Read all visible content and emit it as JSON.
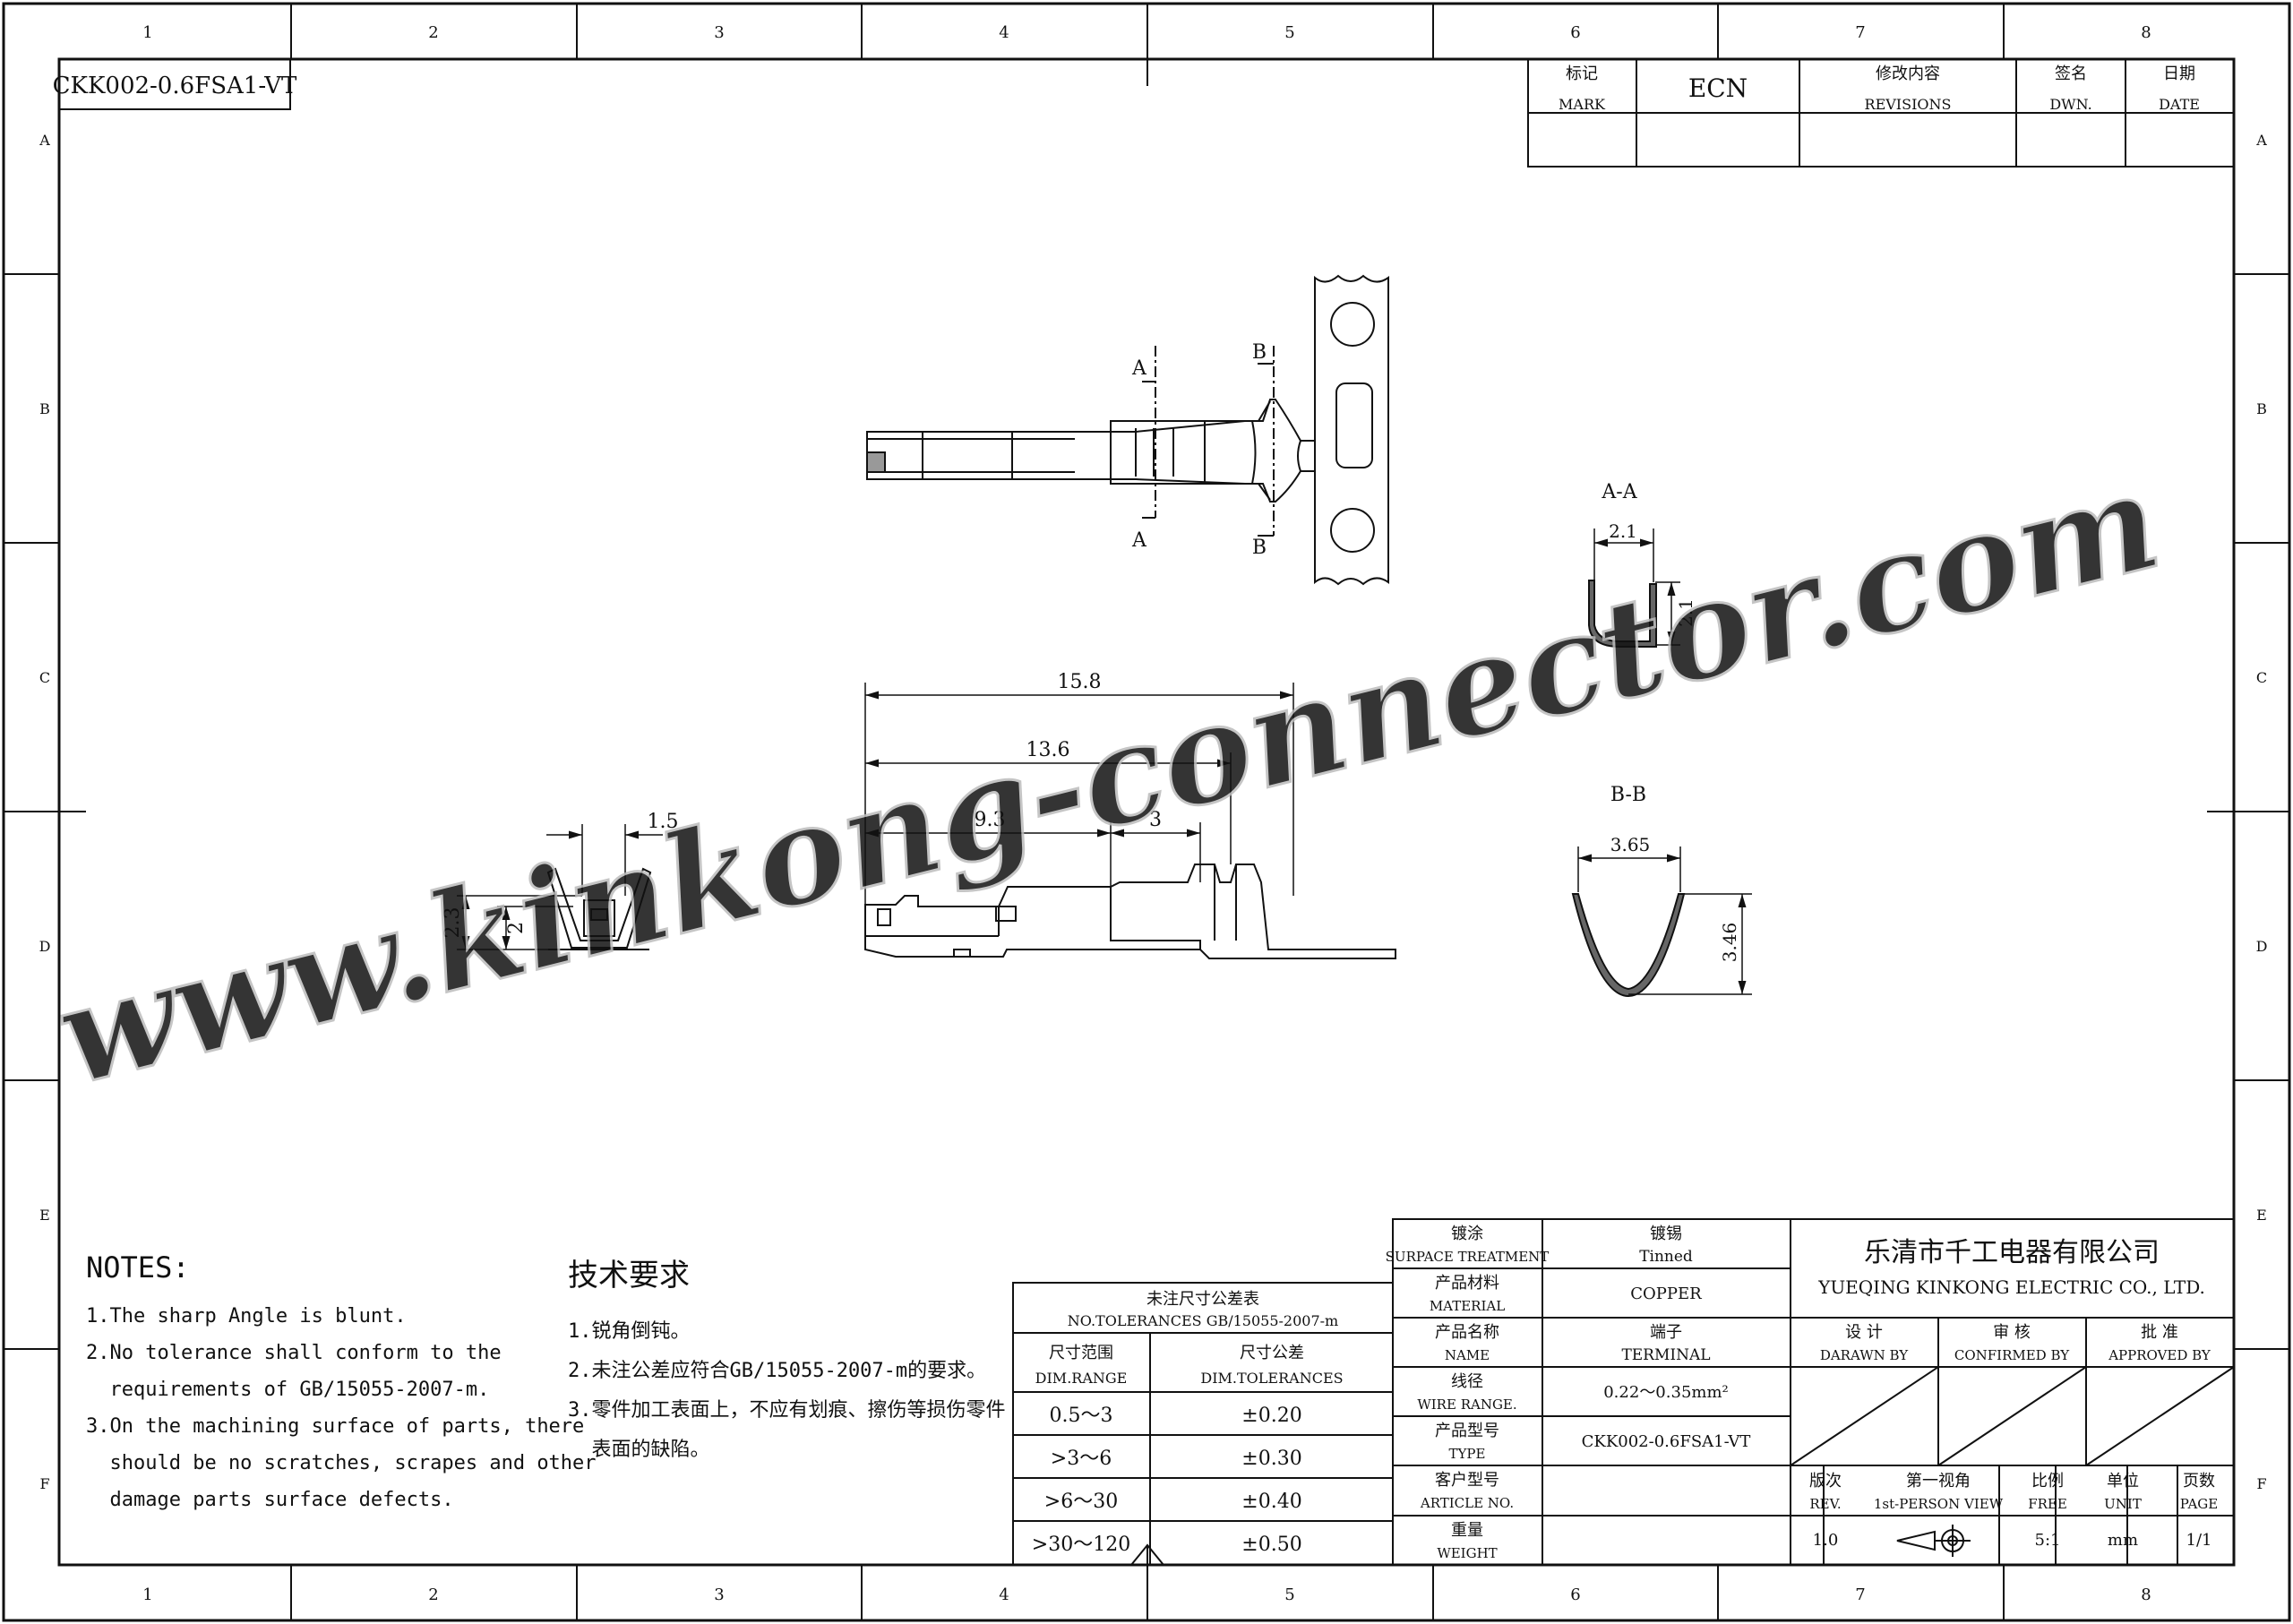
{
  "drawing_code": "CKK002-0.6FSA1-VT",
  "grid": {
    "columns": [
      "1",
      "2",
      "3",
      "4",
      "5",
      "6",
      "7",
      "8"
    ],
    "rows": [
      "A",
      "B",
      "C",
      "D",
      "E",
      "F"
    ]
  },
  "revision_table": {
    "headers": [
      {
        "cn": "标记",
        "en": "MARK"
      },
      {
        "cn": "",
        "en": "ECN"
      },
      {
        "cn": "修改内容",
        "en": "REVISIONS"
      },
      {
        "cn": "签名",
        "en": "DWN."
      },
      {
        "cn": "日期",
        "en": "DATE"
      }
    ]
  },
  "views": {
    "section_a_label": "A",
    "section_b_label": "B",
    "section_aa_title": "A-A",
    "section_bb_title": "B-B"
  },
  "dimensions": {
    "overall": "15.8",
    "length_13_6": "13.6",
    "length_9_3": "9.3",
    "length_3": "3",
    "front_width": "1.5",
    "front_h_2_3": "2.3",
    "front_h_2": "2",
    "aa_width": "2.1",
    "aa_height": "2.1",
    "bb_width": "3.65",
    "bb_height": "3.46"
  },
  "watermark": "www.kinkong-connector.com",
  "notes_en": {
    "title": "NOTES:",
    "lines": [
      "1.The sharp Angle is blunt.",
      "2.No tolerance shall conform to the",
      "  requirements of GB/15055-2007-m.",
      "3.On the machining surface of parts, there",
      "  should be no scratches, scrapes and other",
      "  damage parts surface defects."
    ]
  },
  "notes_cn": {
    "title": "技术要求",
    "lines": [
      "1.锐角倒钝。",
      "2.未注公差应符合GB/15055-2007-m的要求。",
      "3.零件加工表面上，不应有划痕、擦伤等损伤零件",
      "  表面的缺陷。"
    ]
  },
  "tolerance_table": {
    "title_cn": "未注尺寸公差表",
    "title_en": "NO.TOLERANCES GB/15055-2007-m",
    "col1_cn": "尺寸范围",
    "col1_en": "DIM.RANGE",
    "col2_cn": "尺寸公差",
    "col2_en": "DIM.TOLERANCES",
    "rows": [
      {
        "range": "0.5～3",
        "tol": "±0.20"
      },
      {
        "range": ">3～6",
        "tol": "±0.30"
      },
      {
        "range": ">6～30",
        "tol": "±0.40"
      },
      {
        "range": ">30～120",
        "tol": "±0.50"
      }
    ]
  },
  "spec_table": {
    "rows": [
      {
        "cn": "镀涂",
        "en": "SURPACE TREATMENT",
        "value_cn": "镀锡",
        "value": "Tinned"
      },
      {
        "cn": "产品材料",
        "en": "MATERIAL",
        "value_cn": "",
        "value": "COPPER"
      },
      {
        "cn": "产品名称",
        "en": "NAME",
        "value_cn": "端子",
        "value": "TERMINAL"
      },
      {
        "cn": "线径",
        "en": "WIRE RANGE.",
        "value_cn": "",
        "value": "0.22～0.35mm²"
      },
      {
        "cn": "产品型号",
        "en": "TYPE",
        "value_cn": "",
        "value": "CKK002-0.6FSA1-VT"
      },
      {
        "cn": "客户型号",
        "en": "ARTICLE NO.",
        "value_cn": "",
        "value": ""
      },
      {
        "cn": "重量",
        "en": "WEIGHT",
        "value_cn": "",
        "value": ""
      }
    ]
  },
  "company": {
    "name_cn": "乐清市千工电器有限公司",
    "name_en": "YUEQING KINKONG ELECTRIC CO., LTD."
  },
  "approvals": [
    {
      "cn": "设 计",
      "en": "DARAWN BY"
    },
    {
      "cn": "审 核",
      "en": "CONFIRMED BY"
    },
    {
      "cn": "批 准",
      "en": "APPROVED BY"
    }
  ],
  "info_row": {
    "rev_cn": "版次",
    "rev_en": "REV.",
    "rev": "1.0",
    "view_cn": "第一视角",
    "view_en": "1st-PERSON VIEW",
    "scale_cn": "比例",
    "scale_en": "FREE",
    "scale": "5:1",
    "unit_cn": "单位",
    "unit_en": "UNIT",
    "unit": "mm",
    "page_cn": "页数",
    "page_en": "PAGE",
    "page": "1/1"
  }
}
